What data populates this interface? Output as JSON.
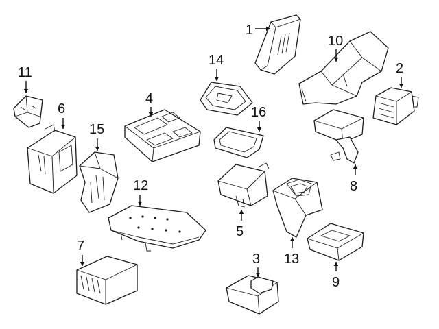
{
  "colors": {
    "line": "#1a1a1a",
    "background": "#ffffff"
  },
  "callouts": [
    {
      "number": "1"
    },
    {
      "number": "2"
    },
    {
      "number": "3"
    },
    {
      "number": "4"
    },
    {
      "number": "5"
    },
    {
      "number": "6"
    },
    {
      "number": "7"
    },
    {
      "number": "8"
    },
    {
      "number": "9"
    },
    {
      "number": "10"
    },
    {
      "number": "11"
    },
    {
      "number": "12"
    },
    {
      "number": "13"
    },
    {
      "number": "14"
    },
    {
      "number": "15"
    },
    {
      "number": "16"
    }
  ]
}
